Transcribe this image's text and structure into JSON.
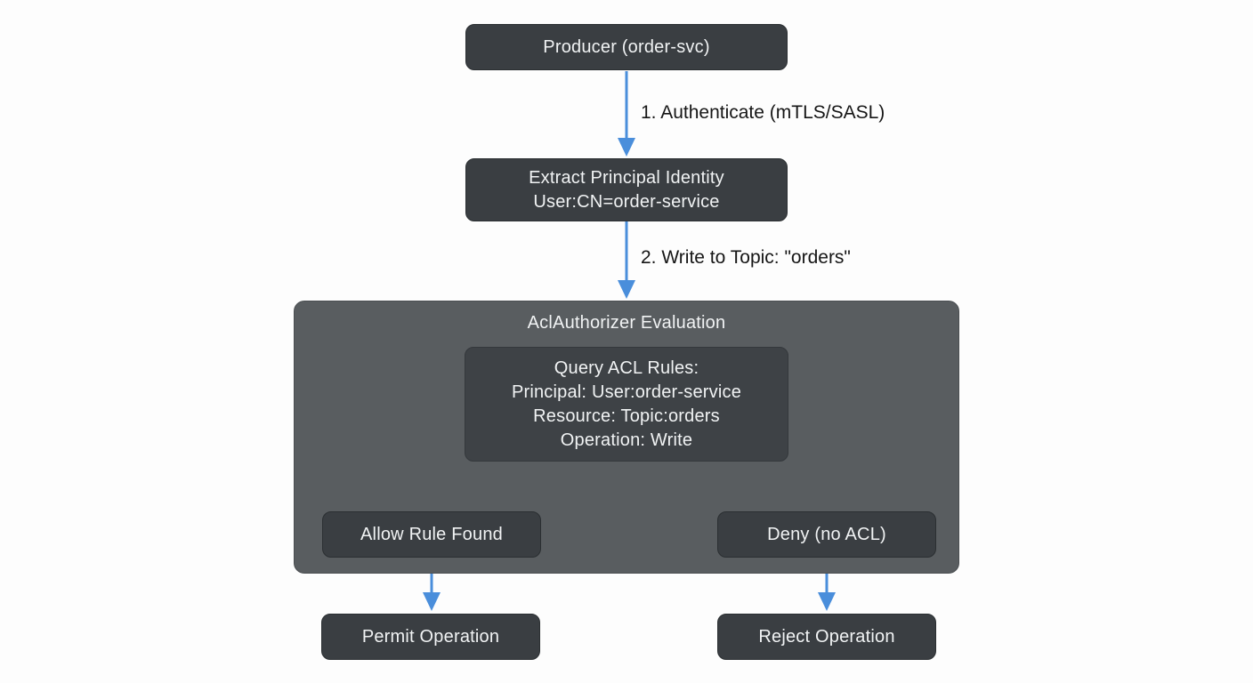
{
  "diagram": {
    "nodes": {
      "producer": {
        "label": "Producer (order-svc)"
      },
      "extract": {
        "lines": [
          "Extract Principal Identity",
          "User:CN=order-service"
        ]
      },
      "evaluation": {
        "title": "AclAuthorizer Evaluation"
      },
      "query": {
        "lines": [
          "Query ACL Rules:",
          "Principal: User:order-service",
          "Resource: Topic:orders",
          "Operation: Write"
        ]
      },
      "allow": {
        "label": "Allow Rule Found"
      },
      "deny": {
        "label": "Deny (no ACL)"
      },
      "permit": {
        "label": "Permit Operation"
      },
      "reject": {
        "label": "Reject Operation"
      }
    },
    "edge_labels": {
      "authenticate": "1. Authenticate (mTLS/SASL)",
      "write": "2. Write to Topic: \"orders\""
    },
    "colors": {
      "node_fill": "#3a3e42",
      "node_border": "#2b2f32",
      "container_fill": "#595d60",
      "container_border": "#4b4f52",
      "inner_fill": "#3e4246",
      "arrow": "#4a8edb",
      "node_text": "#f1f3f4",
      "label_text": "#161616"
    }
  }
}
